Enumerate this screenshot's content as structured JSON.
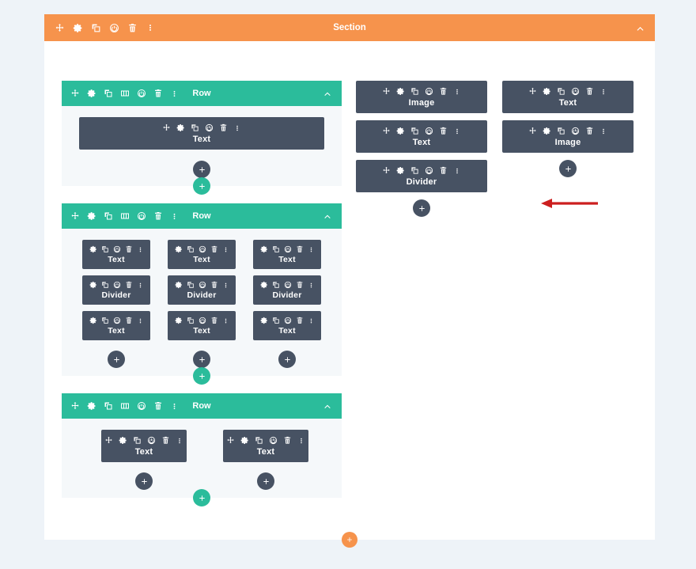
{
  "colors": {
    "page_background": "#eef3f8",
    "section_bar": "#f6934c",
    "row_bar": "#2bbc9b",
    "module": "#475263",
    "row_body": "#f5f8fa",
    "section_body": "#ffffff",
    "arrow": "#cc1f1f",
    "icon": "#ffffff"
  },
  "section": {
    "title": "Section",
    "icons": [
      "move-icon",
      "gear-icon",
      "duplicate-icon",
      "power-icon",
      "trash-icon",
      "dots-icon"
    ],
    "collapse_icon": "chevron-up-icon",
    "add_section_button": "add-section-plus"
  },
  "rows": [
    {
      "title": "Row",
      "icons": [
        "move-icon",
        "gear-icon",
        "duplicate-icon",
        "columns-icon",
        "power-icon",
        "trash-icon",
        "dots-icon"
      ],
      "collapse_icon": "chevron-up-icon",
      "layout": "one-column",
      "columns": [
        {
          "modules": [
            {
              "label": "Text",
              "icons": [
                "move-icon",
                "gear-icon",
                "duplicate-icon",
                "power-icon",
                "trash-icon",
                "dots-icon"
              ]
            }
          ],
          "add_module_button": "add-module-plus"
        }
      ],
      "add_row_button": "add-row-plus"
    },
    {
      "title": "Row",
      "icons": [
        "move-icon",
        "gear-icon",
        "duplicate-icon",
        "columns-icon",
        "power-icon",
        "trash-icon",
        "dots-icon"
      ],
      "collapse_icon": "chevron-up-icon",
      "layout": "three-column",
      "columns": [
        {
          "modules": [
            {
              "label": "Text",
              "icons": [
                "gear-icon",
                "duplicate-icon",
                "power-icon",
                "trash-icon",
                "dots-icon"
              ]
            },
            {
              "label": "Divider",
              "icons": [
                "gear-icon",
                "duplicate-icon",
                "power-icon",
                "trash-icon",
                "dots-icon"
              ]
            },
            {
              "label": "Text",
              "icons": [
                "gear-icon",
                "duplicate-icon",
                "power-icon",
                "trash-icon",
                "dots-icon"
              ]
            }
          ],
          "add_module_button": "add-module-plus"
        },
        {
          "modules": [
            {
              "label": "Text",
              "icons": [
                "gear-icon",
                "duplicate-icon",
                "power-icon",
                "trash-icon",
                "dots-icon"
              ]
            },
            {
              "label": "Divider",
              "icons": [
                "gear-icon",
                "duplicate-icon",
                "power-icon",
                "trash-icon",
                "dots-icon"
              ]
            },
            {
              "label": "Text",
              "icons": [
                "gear-icon",
                "duplicate-icon",
                "power-icon",
                "trash-icon",
                "dots-icon"
              ]
            }
          ],
          "add_module_button": "add-module-plus"
        },
        {
          "modules": [
            {
              "label": "Text",
              "icons": [
                "gear-icon",
                "duplicate-icon",
                "power-icon",
                "trash-icon",
                "dots-icon"
              ]
            },
            {
              "label": "Divider",
              "icons": [
                "gear-icon",
                "duplicate-icon",
                "power-icon",
                "trash-icon",
                "dots-icon"
              ]
            },
            {
              "label": "Text",
              "icons": [
                "gear-icon",
                "duplicate-icon",
                "power-icon",
                "trash-icon",
                "dots-icon"
              ]
            }
          ],
          "add_module_button": "add-module-plus"
        }
      ],
      "add_row_button": "add-row-plus"
    },
    {
      "title": "Row",
      "icons": [
        "move-icon",
        "gear-icon",
        "duplicate-icon",
        "columns-icon",
        "power-icon",
        "trash-icon",
        "dots-icon"
      ],
      "collapse_icon": "chevron-up-icon",
      "layout": "two-column",
      "columns": [
        {
          "modules": [
            {
              "label": "Text",
              "icons": [
                "move-icon",
                "gear-icon",
                "duplicate-icon",
                "power-icon",
                "trash-icon",
                "dots-icon"
              ]
            }
          ],
          "add_module_button": "add-module-plus"
        },
        {
          "modules": [
            {
              "label": "Text",
              "icons": [
                "move-icon",
                "gear-icon",
                "duplicate-icon",
                "power-icon",
                "trash-icon",
                "dots-icon"
              ]
            }
          ],
          "add_module_button": "add-module-plus"
        }
      ],
      "add_row_button": "add-row-plus"
    }
  ],
  "detached_panel": {
    "columns": [
      {
        "modules": [
          {
            "label": "Image",
            "icons": [
              "move-icon",
              "gear-icon",
              "duplicate-icon",
              "power-icon",
              "trash-icon",
              "dots-icon"
            ]
          },
          {
            "label": "Text",
            "icons": [
              "move-icon",
              "gear-icon",
              "duplicate-icon",
              "power-icon",
              "trash-icon",
              "dots-icon"
            ]
          },
          {
            "label": "Divider",
            "icons": [
              "move-icon",
              "gear-icon",
              "duplicate-icon",
              "power-icon",
              "trash-icon",
              "dots-icon"
            ]
          }
        ],
        "add_module_button": "add-module-plus"
      },
      {
        "modules": [
          {
            "label": "Text",
            "icons": [
              "move-icon",
              "gear-icon",
              "duplicate-icon",
              "power-icon",
              "trash-icon",
              "dots-icon"
            ]
          },
          {
            "label": "Image",
            "icons": [
              "move-icon",
              "gear-icon",
              "duplicate-icon",
              "power-icon",
              "trash-icon",
              "dots-icon"
            ]
          }
        ],
        "add_module_button": "add-module-plus"
      }
    ]
  },
  "annotation": {
    "arrow": {
      "name": "red-arrow-annotation",
      "direction": "left",
      "points_to": "Divider"
    }
  }
}
